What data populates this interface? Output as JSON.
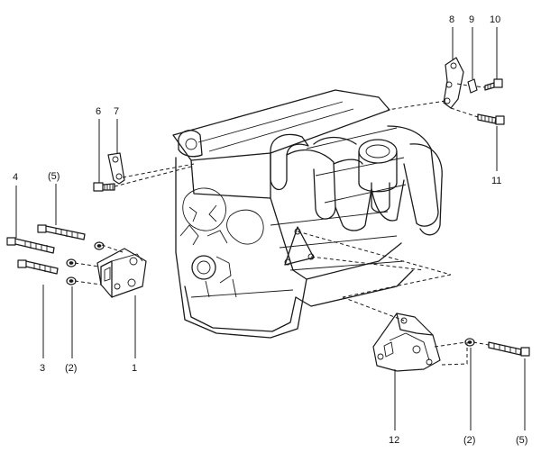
{
  "callouts": {
    "c1": "1",
    "c2a": "(2)",
    "c2b": "(2)",
    "c3": "3",
    "c4": "4",
    "c5a": "(5)",
    "c5b": "(5)",
    "c6": "6",
    "c7": "7",
    "c8": "8",
    "c9": "9",
    "c10": "10",
    "c11": "11",
    "c12": "12"
  }
}
